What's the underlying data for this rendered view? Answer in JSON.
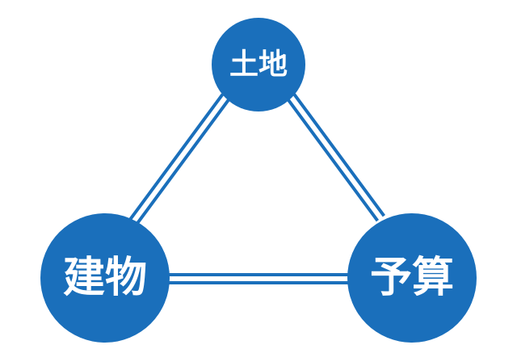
{
  "colors": {
    "primary": "#1a6fbb",
    "background": "#ffffff",
    "label": "#ffffff"
  },
  "nodes": {
    "land": {
      "label": "土地"
    },
    "building": {
      "label": "建物"
    },
    "budget": {
      "label": "予算"
    }
  },
  "edges": [
    {
      "from": "land",
      "to": "building",
      "style": "double-line"
    },
    {
      "from": "land",
      "to": "budget",
      "style": "double-line"
    },
    {
      "from": "building",
      "to": "budget",
      "style": "double-line"
    }
  ]
}
